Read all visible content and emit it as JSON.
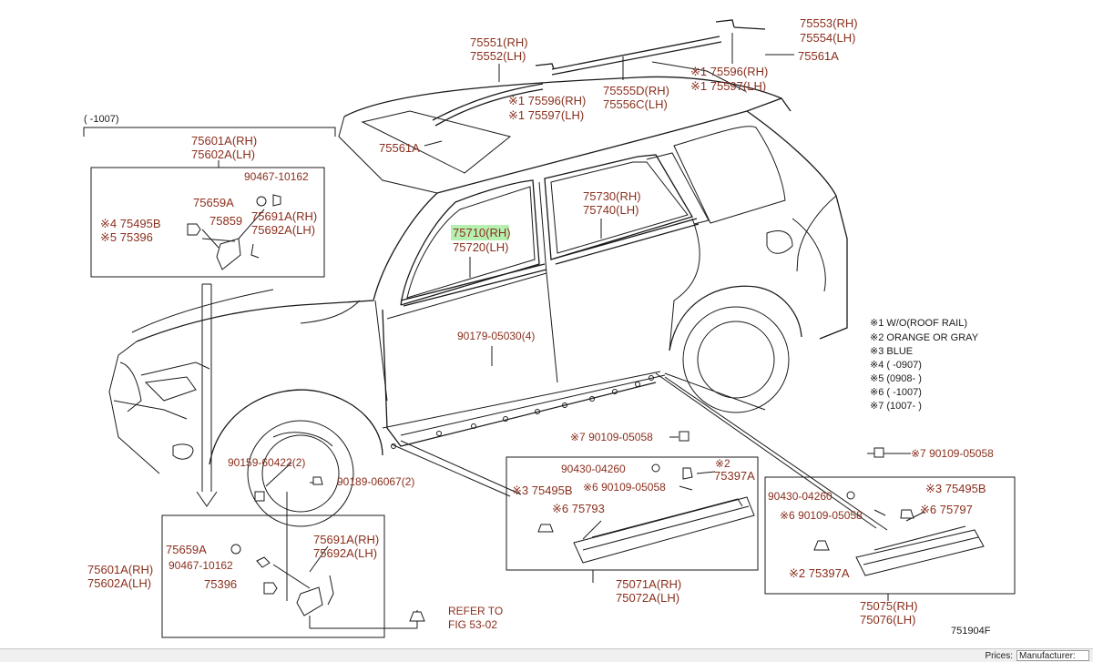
{
  "diagram_id": "751904F",
  "range_note": "(      -1007)",
  "labels": {
    "p75553": "75553(RH)",
    "p75554": "75554(LH)",
    "p75561a_top": "75561A",
    "p75551": "75551(RH)",
    "p75552": "75552(LH)",
    "p75596_r": "※1 75596(RH)",
    "p75597_r": "※1 75597(LH)",
    "p75555d": "75555D(RH)",
    "p75556c": "75556C(LH)",
    "p75596_l": "※1 75596(RH)",
    "p75597_l": "※1 75597(LH)",
    "p75561a_roof": "75561A",
    "p75601a_top": "75601A(RH)",
    "p75602a_top": "75602A(LH)",
    "p90467_top": "90467-10162",
    "p75659a_top": "75659A",
    "p75495b_left": "※4 75495B",
    "p75396_left": "※5 75396",
    "p75859": "75859",
    "p75691a_top": "75691A(RH)",
    "p75692a_top": "75692A(LH)",
    "p75710": "75710(RH)",
    "p75720": "75720(LH)",
    "p75730": "75730(RH)",
    "p75740": "75740(LH)",
    "p90179": "90179-05030(4)",
    "p90159": "90159-60422(2)",
    "p90189": "90189-06067(2)",
    "p75659a_bot": "75659A",
    "p90467_bot": "90467-10162",
    "p75396_bot": "75396",
    "p75691a_bot": "75691A(RH)",
    "p75692a_bot": "75692A(LH)",
    "p75601a_bot": "75601A(RH)",
    "p75602a_bot": "75602A(LH)",
    "refer_to": "REFER TO",
    "fig": "FIG 53-02",
    "p90109_mid_top": "※7 90109-05058",
    "p90430_mid": "90430-04260",
    "p75397a_mid_note": "※2",
    "p75397a_mid": "75397A",
    "p90109_mid": "※6 90109-05058",
    "p75495b_mid": "※3 75495B",
    "p75793": "※6 75793",
    "p75071a": "75071A(RH)",
    "p75072a": "75072A(LH)",
    "p90109_right_top": "※7 90109-05058",
    "p90430_right": "90430-04260",
    "p75495b_right": "※3 75495B",
    "p90109_right": "※6 90109-05058",
    "p75797": "※6 75797",
    "p75397a_right": "※2 75397A",
    "p75075": "75075(RH)",
    "p75076": "75076(LH)"
  },
  "notes": [
    "※1 W/O(ROOF RAIL)",
    "※2 ORANGE OR GRAY",
    "※3 BLUE",
    "※4 (       -0907)",
    "※5 (0908-       )",
    "※6 (       -1007)",
    "※7 (1007-       )"
  ],
  "highlight_part": "75710(RH)",
  "highlight_color": "#b6f0b0",
  "status": {
    "prices_label": "Prices:",
    "select_value": "Manufacturer:"
  }
}
